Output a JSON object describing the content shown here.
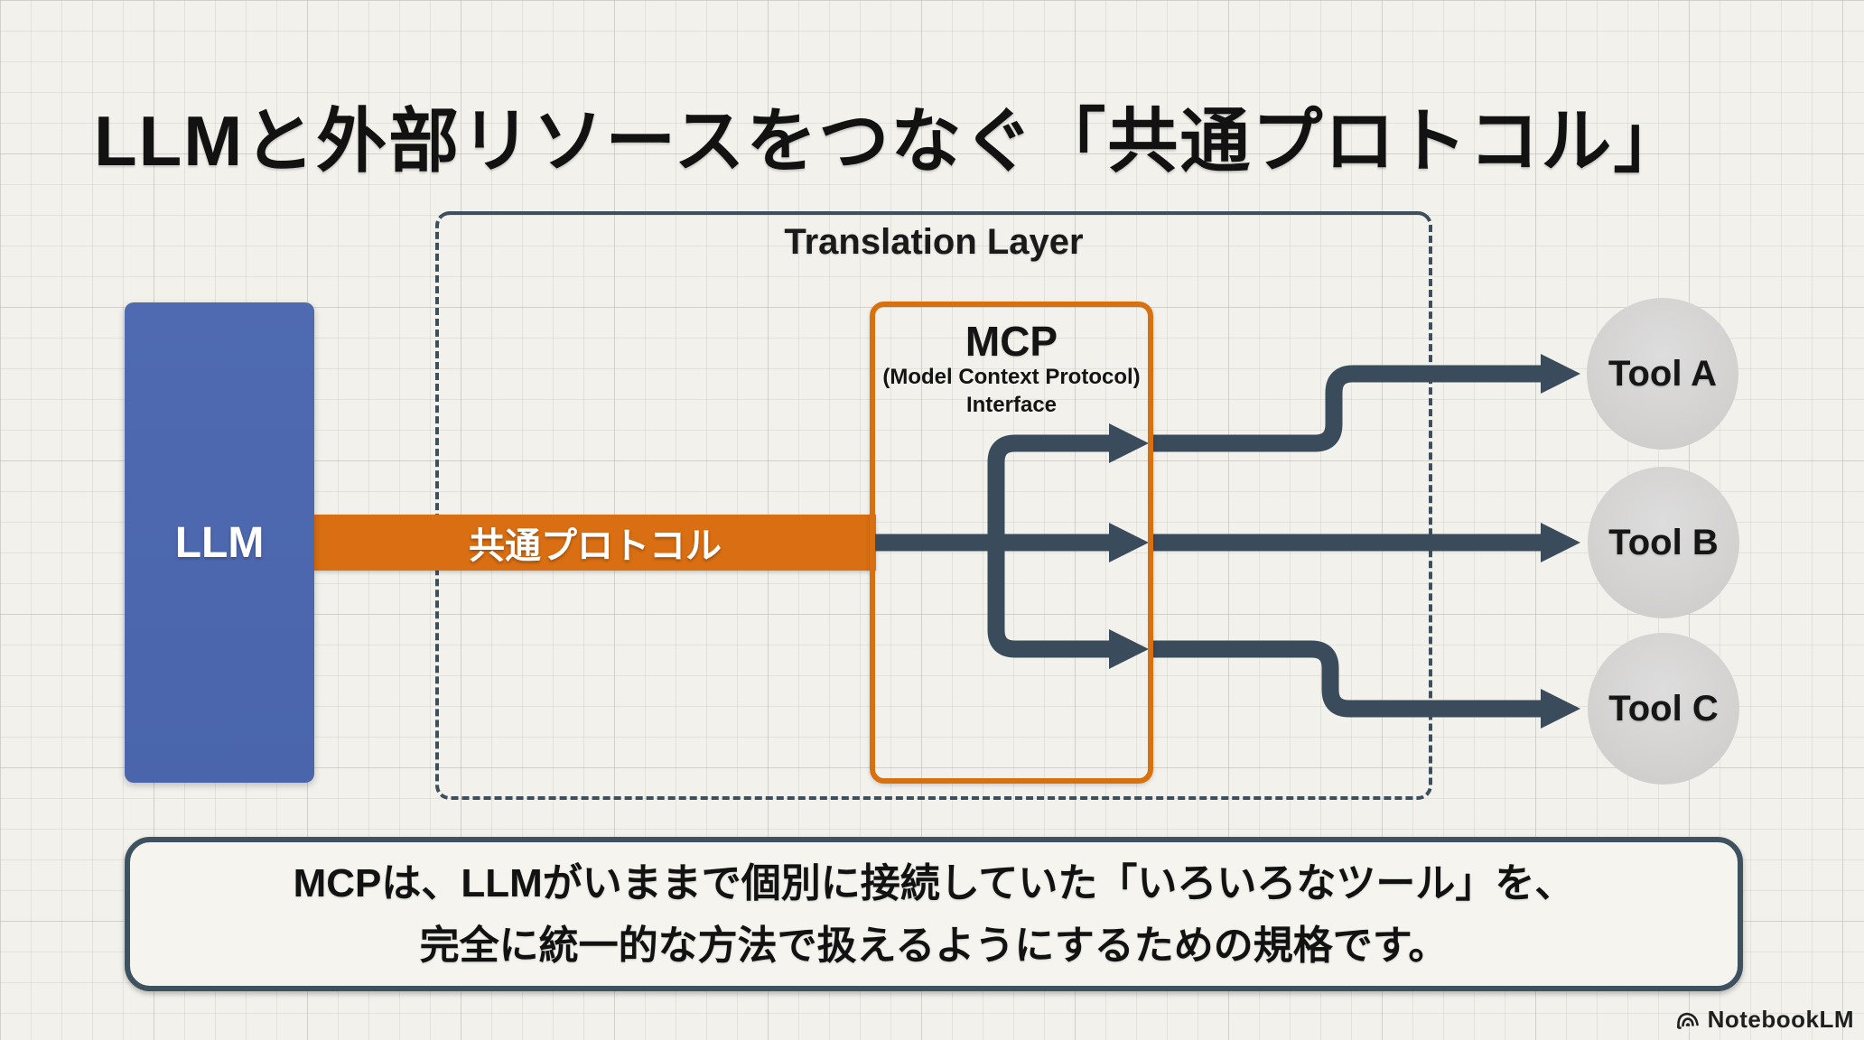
{
  "title": "LLMと外部リソースをつなぐ「共通プロトコル」",
  "translation_layer": {
    "label": "Translation Layer"
  },
  "llm": {
    "label": "LLM"
  },
  "protocol_bar": {
    "label": "共通プロトコル"
  },
  "mcp": {
    "title": "MCP",
    "subtitle": "(Model Context Protocol)",
    "interface_label": "Interface"
  },
  "tools": [
    {
      "label": "Tool A"
    },
    {
      "label": "Tool B"
    },
    {
      "label": "Tool C"
    }
  ],
  "note": {
    "line1": "MCPは、LLMがいままで個別に接続していた「いろいろなツール」を、",
    "line2": "完全に統一的な方法で扱えるようにするための規格です。"
  },
  "footer": {
    "brand": "NotebookLM"
  },
  "colors": {
    "background": "#f2f1ec",
    "grid_line": "#d9d7d0",
    "llm_blue": "#4c67ae",
    "protocol_orange": "#d96e12",
    "mcp_border_orange": "#d9700f",
    "connector_slate": "#3a4c5b",
    "tool_circle_gray": "#d4d3d2",
    "note_border": "#3d515e",
    "text_dark": "#121212"
  }
}
